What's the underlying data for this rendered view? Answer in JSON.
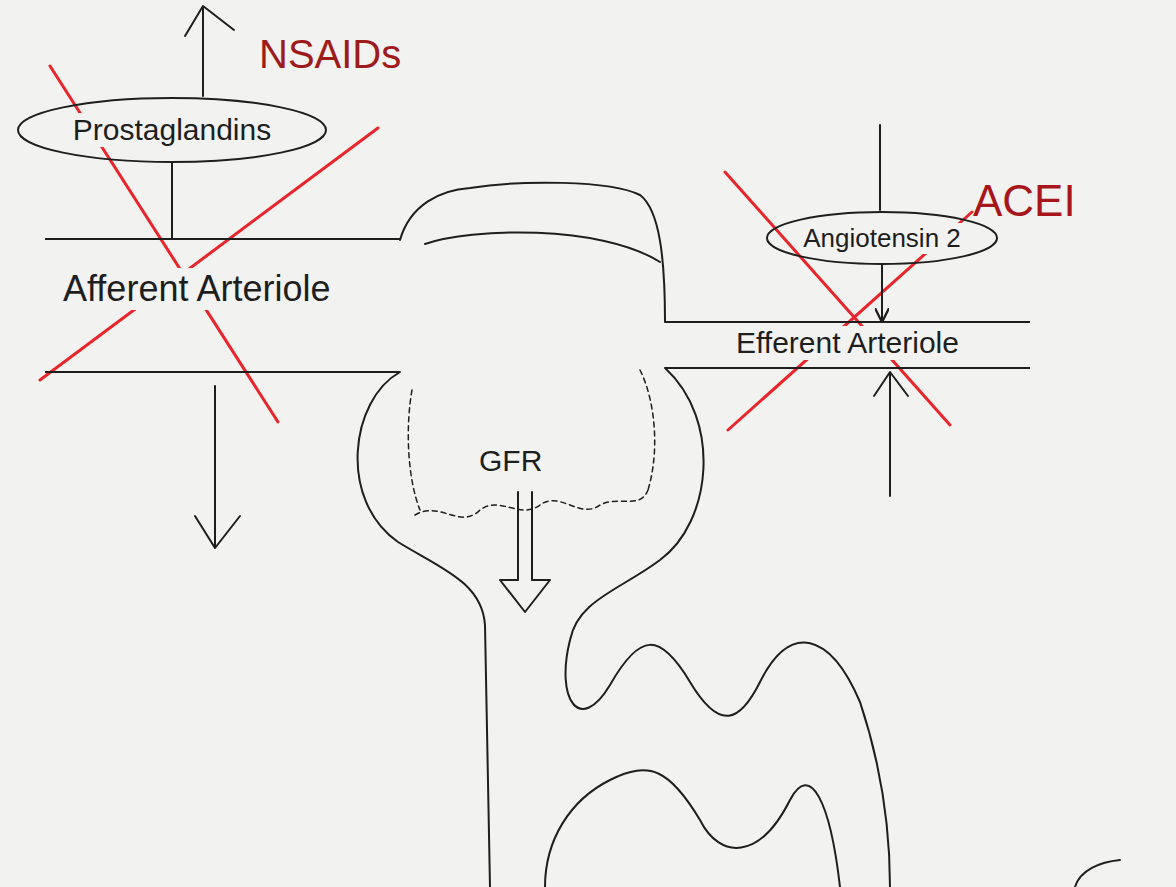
{
  "diagram": {
    "nodes": [
      {
        "text": [
          "Prostaglandins"
        ]
      },
      {
        "text": [
          "Angiotensin 2"
        ]
      },
      {
        "text": [
          "Afferent Arteriole"
        ]
      },
      {
        "text": [
          "Efferent Arteriole"
        ]
      }
    ],
    "edges": [
      {
        "from": 0,
        "to": 2,
        "arrow": "none"
      },
      {
        "from": 1,
        "to": 3,
        "arrow": "to"
      }
    ],
    "labels": [
      "NSAIDs",
      "ACEI",
      "GFR"
    ]
  }
}
